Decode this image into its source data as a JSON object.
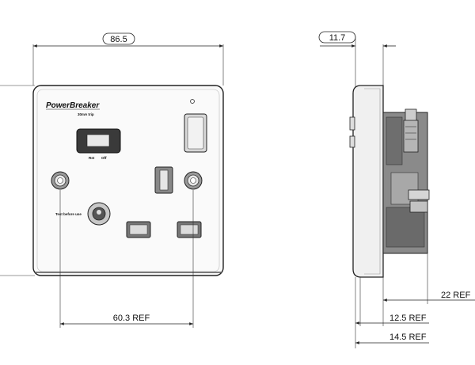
{
  "drawing": {
    "brand_label": "PowerBreaker",
    "rating_label": "30mA trip",
    "reset_label": "Rst",
    "off_label": "Off",
    "test_label": "Test before use",
    "dimensions": {
      "front_width": "86.5",
      "pin_spacing": "60.3 REF",
      "side_depth": "11.7",
      "side_ref_22": "22 REF",
      "side_ref_12_5": "12.5 REF",
      "side_ref_14_5": "14.5 REF"
    }
  }
}
